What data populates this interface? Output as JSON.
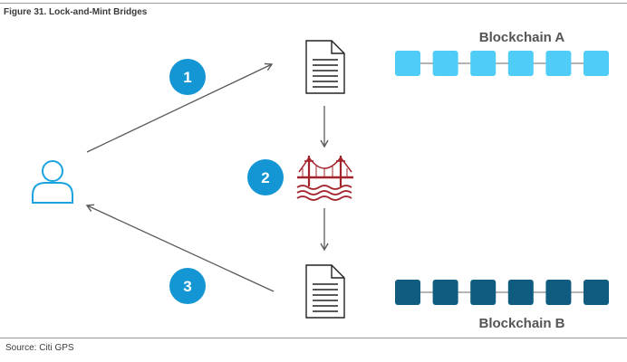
{
  "figure": {
    "title": "Figure 31. Lock-and-Mint Bridges",
    "source": "Source: Citi GPS"
  },
  "blockchains": [
    {
      "label": "Blockchain A",
      "blocks": 6,
      "color": "#4fcdf6"
    },
    {
      "label": "Blockchain B",
      "blocks": 6,
      "color": "#0f5c80"
    }
  ],
  "steps": [
    {
      "number": "1"
    },
    {
      "number": "2"
    },
    {
      "number": "3"
    }
  ],
  "icons": {
    "user": "user-icon",
    "document_top": "document-icon",
    "bridge": "bridge-icon",
    "document_bottom": "document-icon"
  },
  "colors": {
    "step_circle": "#1496d4",
    "user_icon": "#1ba3e0",
    "bridge": "#a3232b",
    "arrow": "#5a5a5a"
  }
}
